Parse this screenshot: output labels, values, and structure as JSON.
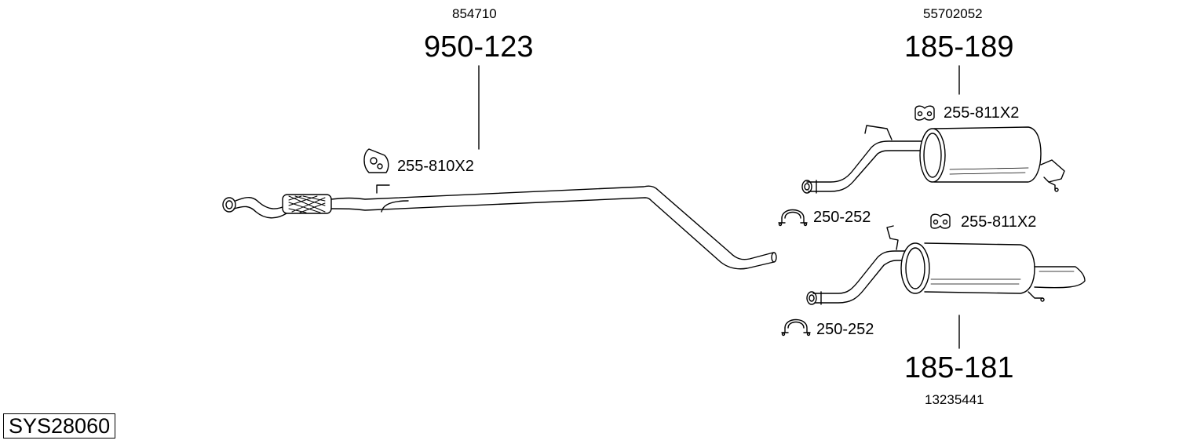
{
  "system_code": "SYS28060",
  "parts": {
    "front_pipe": {
      "oem": "854710",
      "ref": "950-123"
    },
    "rear_silencer_upper": {
      "oem": "55702052",
      "ref": "185-189"
    },
    "rear_silencer_lower": {
      "oem": "13235441",
      "ref": "185-181"
    }
  },
  "accessories": {
    "front_hanger": "255-810X2",
    "upper_hanger": "255-811X2",
    "lower_hanger": "255-811X2",
    "upper_clamp": "250-252",
    "lower_clamp": "250-252"
  }
}
